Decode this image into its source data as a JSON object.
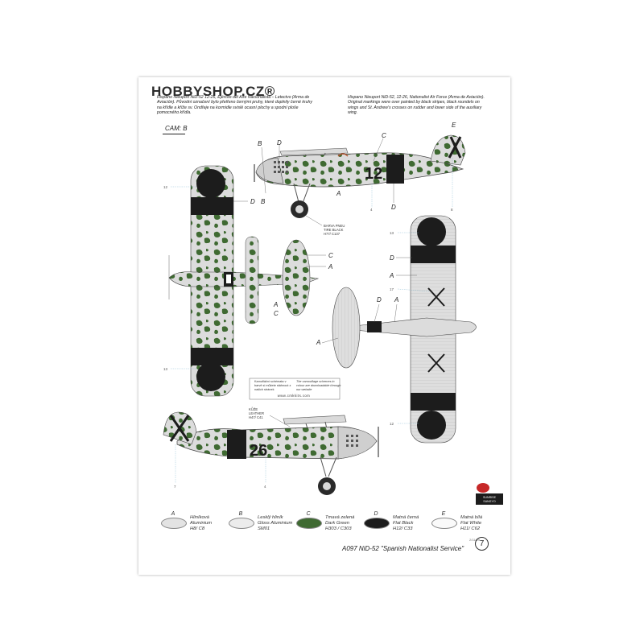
{
  "watermark": "HOBBYSHOP.CZ®",
  "text_cz": "Hispano Nieuport NiD-52 12-26, Ejército del Aire Nacionalista – Letectvo (Arma de Aviación). Původní označení bylo přetřeno černými pruhy, které doplnily černé kruhy na křídle a kříže sv. Ondřeje na kormidle svislé ocasní plochy a spodní ploše pomocného křídla.",
  "text_en": "Hispano Nieuport NiD-52, 12-26, Nationalist Air Force (Arma de Aviación). Original markings were over painted by black stripes, black roundels on wings and St. Andrew's crosses on rudder and lower side of the auxiliary wing.",
  "cam_label": "CAM: B",
  "aircraft_code_top": "12",
  "aircraft_code_bottom": "26",
  "callouts": {
    "A": "A",
    "B": "B",
    "C": "C",
    "D": "D",
    "E": "E"
  },
  "decal_numbers": {
    "n12": "12",
    "n13": "13",
    "n17": "17",
    "n4": "4",
    "n7": "7",
    "n8": "8"
  },
  "tire_note": "BARVA PNEU\nTIRE BLACK\nH77/ C137",
  "leather_note": "KŮŽE\nLEATHER\nH47/ C41",
  "camo_box": {
    "cz": "Kamuflážní schémata v barvě si můžete stáhnout z našich stránek",
    "en": "The camouflage schemes in colour are downloadable through our website",
    "url": "www.cmkkits.com"
  },
  "legend": [
    {
      "letter": "A",
      "line1": "Hliníková",
      "line2": "Aluminium",
      "line3": "H8/ C8",
      "color": "#e3e3e3"
    },
    {
      "letter": "B",
      "line1": "Lesklý hliník",
      "line2": "Gloss Aluminium",
      "line3": "SM01",
      "color": "#ececec"
    },
    {
      "letter": "C",
      "line1": "Tmavá zelená",
      "line2": "Dark Green",
      "line3": "H303 / C303",
      "color": "#3f6a32"
    },
    {
      "letter": "D",
      "line1": "Matná černá",
      "line2": "Flat Black",
      "line3": "H12/ C33",
      "color": "#1c1c1c"
    },
    {
      "letter": "E",
      "line1": "Matná bílá",
      "line2": "Flat White",
      "line3": "H11/ C62",
      "color": "#fafafa"
    }
  ],
  "footer_title": "A097 NiD-52 \"Spanish Nationalist Service\"",
  "page_number": "7",
  "sheet_code": "2/11/29",
  "logo_text": "SUNRISE SANGYO"
}
